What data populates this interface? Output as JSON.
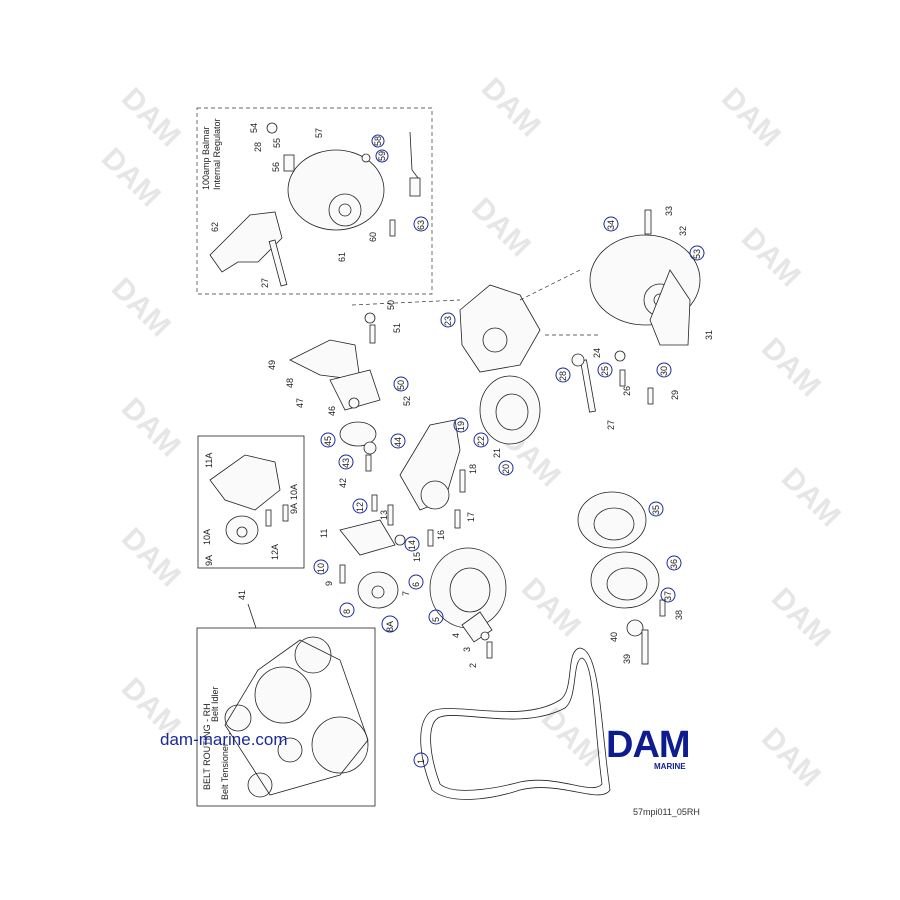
{
  "watermark": "DAM",
  "inset_alternator": {
    "title_line1": "100amp Balmar",
    "title_line2": "Internal Regulator"
  },
  "inset_belt_routing": {
    "title": "BELT ROUTING - RH",
    "label_belt_idler": "Belt Idler",
    "label_belt_tensioner": "Belt Tensioner"
  },
  "callouts": {
    "c1": "1",
    "c2": "2",
    "c3": "3",
    "c4": "4",
    "c5": "5",
    "c6": "6",
    "c7": "7",
    "c8": "8",
    "c8a": "8A",
    "c9": "9",
    "c9a": "9A",
    "c10": "10",
    "c10a": "10A",
    "c11": "11",
    "c11a": "11A",
    "c12": "12",
    "c12a": "12A",
    "c13": "13",
    "c14": "14",
    "c15": "15",
    "c16": "16",
    "c17": "17",
    "c18": "18",
    "c19": "19",
    "c20": "20",
    "c21": "21",
    "c22": "22",
    "c23": "23",
    "c24": "24",
    "c25": "25",
    "c26": "26",
    "c27": "27",
    "c27b": "27",
    "c28": "28",
    "c28b": "28",
    "c29": "29",
    "c30": "30",
    "c31": "31",
    "c32": "32",
    "c33": "33",
    "c34": "34",
    "c35": "35",
    "c36": "36",
    "c37": "37",
    "c38": "38",
    "c39": "39",
    "c40": "40",
    "c41": "41",
    "c42": "42",
    "c43": "43",
    "c44": "44",
    "c45": "45",
    "c46": "46",
    "c47": "47",
    "c48": "48",
    "c49": "49",
    "c50": "50",
    "c50b": "50",
    "c51": "51",
    "c52": "52",
    "c53": "53",
    "c54": "54",
    "c55": "55",
    "c56": "56",
    "c57": "57",
    "c58": "58",
    "c59": "59",
    "c60": "60",
    "c61": "61",
    "c62": "62",
    "c63": "63"
  },
  "site_url": "dam-marine.com",
  "logo": {
    "main": "DAM",
    "sub": "MARINE"
  },
  "drawing_code": "57mpi011_05RH",
  "colors": {
    "callout_blue": "#1a2a9c",
    "logo_blue": "#0d1d8f"
  }
}
